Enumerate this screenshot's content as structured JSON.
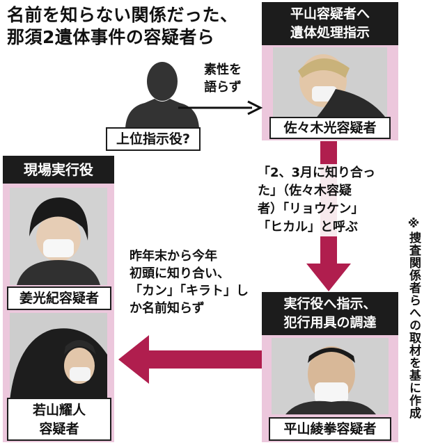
{
  "title": {
    "line1": "名前を知らない関係だった、",
    "line2": "那須2遺体事件の容疑者ら"
  },
  "top_right": {
    "header_line1": "平山容疑者へ",
    "header_line2": "遺体処理指示",
    "name": "佐々木光容疑者"
  },
  "unknown": {
    "label": "上位指示役?",
    "arrow_note_line1": "素性を",
    "arrow_note_line2": "語らず"
  },
  "middle_note": {
    "line1": "「2、3月に知り合っ",
    "line2": "た」（佐々木容疑",
    "line3": "者）「リョウケン」",
    "line4": "「ヒカル」と呼ぶ"
  },
  "left_group": {
    "header": "現場実行役",
    "person1": "姜光紀容疑者",
    "person2_line1": "若山耀人",
    "person2_line2": "容疑者"
  },
  "left_note": {
    "line1": "昨年末から今年",
    "line2": "初頭に知り合い、",
    "line3": "「カン」「キラト」し",
    "line4": "か名前知らず"
  },
  "bottom_right": {
    "header_line1": "実行役へ指示、",
    "header_line2": "犯行用具の調達",
    "name": "平山綾拳容疑者"
  },
  "footnote": "※捜査関係者らへの取材を基に作成",
  "colors": {
    "arrow_red": "#b01e4e",
    "panel_pink": "#ecc7dc",
    "dark": "#1c1c1c"
  },
  "icons": [
    "person-silhouette-icon",
    "arrow-right-icon",
    "arrow-down-icon",
    "arrow-left-icon"
  ]
}
